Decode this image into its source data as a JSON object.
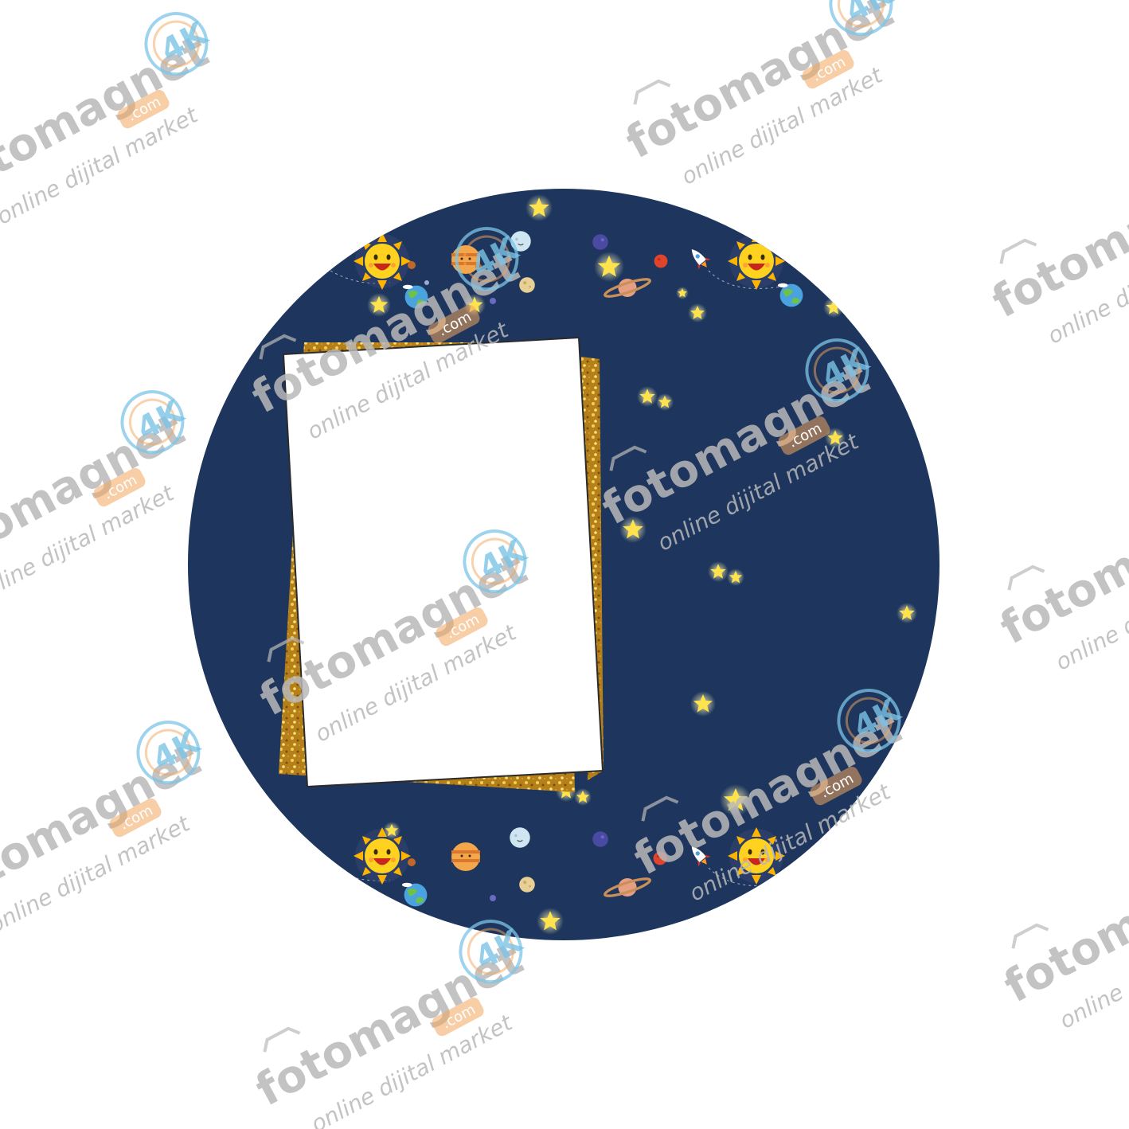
{
  "design": {
    "background_color": "#ffffff",
    "circle_color": "#1e365e",
    "photo_frame_color": "#ffffff",
    "photo_frame_border": "#2b2b2b",
    "glitter_colors": [
      "#8a5a0f",
      "#c8901f",
      "#f3cf55"
    ],
    "star_color": "#ffe34d",
    "sun_color": "#ffd21f",
    "decorations": [
      "sun-icon",
      "planet-icon",
      "earth-icon",
      "saturn-icon",
      "rocket-icon",
      "star-icon"
    ]
  },
  "watermark": {
    "brand": "fotomagnet",
    "tagline": "online dijital market",
    "badge": "4K",
    "domain": ".com",
    "text_color": "#b9b9b9",
    "accent_color": "#f2a55c",
    "badge_color": "#7cc4e6"
  }
}
